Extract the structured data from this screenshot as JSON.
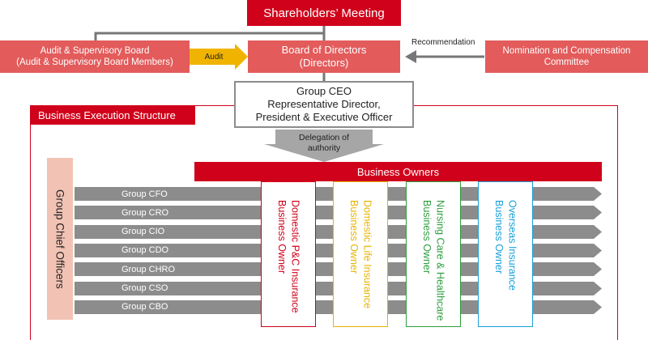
{
  "shareholders": "Shareholders’ Meeting",
  "audit_board": {
    "line1": "Audit & Supervisory Board",
    "line2": "(Audit & Supervisory Board Members)"
  },
  "audit_arrow": "Audit",
  "board": {
    "line1": "Board of Directors",
    "line2": "(Directors)"
  },
  "recommendation": "Recommendation",
  "nomination": {
    "line1": "Nomination and Compensation",
    "line2": "Committee"
  },
  "ceo": {
    "line1": "Group CEO",
    "line2": "Representative Director,",
    "line3": "President & Executive Officer"
  },
  "execution_label": "Business Execution Structure",
  "delegation": {
    "line1": "Delegation of",
    "line2": "authority"
  },
  "business_owners": "Business Owners",
  "group_chief_officers": "Group Chief Officers",
  "officers": [
    "Group CFO",
    "Group CRO",
    "Group CIO",
    "Group CDO",
    "Group CHRO",
    "Group CSO",
    "Group CBO"
  ],
  "owners": [
    {
      "label": "Domestic P&C Insurance Business Owner",
      "color": "#d0021b"
    },
    {
      "label": "Domestic Life Insurance Business Owner",
      "color": "#e8b400"
    },
    {
      "label": "Nursing Care & Healthcare Business Owner",
      "color": "#2e9e3e"
    },
    {
      "label": "Overseas Insurance Business Owner",
      "color": "#1aa0d8"
    }
  ],
  "colors": {
    "red": "#d0021b",
    "salmon": "#e35b5b",
    "gray": "#8c8c8c",
    "gold": "#f0b400",
    "pink": "#f2c3b5"
  }
}
